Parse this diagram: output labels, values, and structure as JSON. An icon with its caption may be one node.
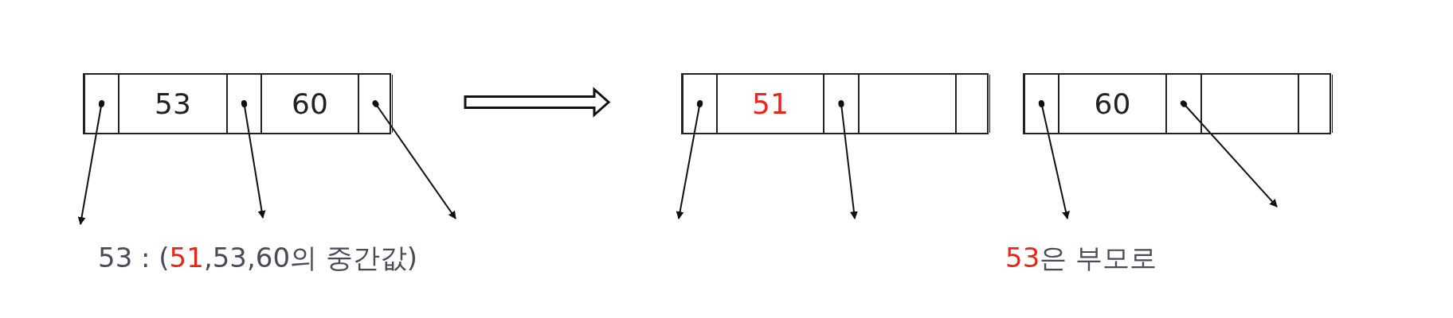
{
  "diagram": {
    "nodes": [
      {
        "text": [],
        "shape": "box"
      },
      {
        "text": [],
        "shape": "box",
        "in": 0
      },
      {
        "text": [
          "53"
        ],
        "in": 0
      },
      {
        "text": [],
        "shape": "box",
        "in": 0
      },
      {
        "text": [
          "60"
        ],
        "in": 0
      },
      {
        "text": [],
        "shape": "box",
        "in": 0
      },
      {
        "text": [],
        "shape": "box"
      },
      {
        "text": [],
        "shape": "box",
        "in": 6
      },
      {
        "text": [
          "51"
        ],
        "in": 6
      },
      {
        "text": [],
        "shape": "box",
        "in": 6
      },
      {
        "text": [],
        "shape": "box",
        "in": 6
      },
      {
        "text": [],
        "shape": "box",
        "in": 6
      },
      {
        "text": [],
        "shape": "box"
      },
      {
        "text": [],
        "shape": "box",
        "in": 12
      },
      {
        "text": [
          "60"
        ],
        "in": 12
      },
      {
        "text": [],
        "shape": "box",
        "in": 12
      },
      {
        "text": [],
        "shape": "box",
        "in": 12
      },
      {
        "text": [],
        "shape": "box",
        "in": 12
      }
    ],
    "edges": [
      {
        "from": 0,
        "to": 6,
        "arrow": "to",
        "style": "thick"
      },
      {
        "from": 1,
        "to": null,
        "arrow": "to"
      },
      {
        "from": 3,
        "to": null,
        "arrow": "to"
      },
      {
        "from": 5,
        "to": null,
        "arrow": "to"
      },
      {
        "from": 7,
        "to": null,
        "arrow": "to"
      },
      {
        "from": 9,
        "to": null,
        "arrow": "to"
      },
      {
        "from": 13,
        "to": null,
        "arrow": "to"
      },
      {
        "from": 15,
        "to": null,
        "arrow": "to"
      }
    ],
    "labels": [
      "53 : (**51**,53,60의 중간값)",
      "**53**은 부모로"
    ]
  }
}
